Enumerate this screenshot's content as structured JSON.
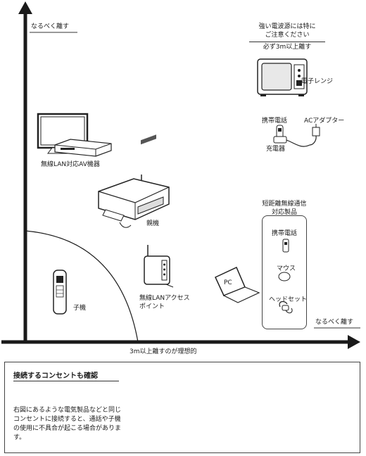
{
  "diagram": {
    "y_axis_label": "なるべく離す",
    "x_axis_label_right": "なるべく離す",
    "x_axis_caption": "3m以上離すのが理想的",
    "microwave_note": {
      "line1": "強い電波源には特に",
      "line2": "ご注意ください",
      "line3": "必ず3m以上離す"
    },
    "labels": {
      "microwave": "電子レンジ",
      "cellphone": "携帯電話",
      "ac_adapter": "ACアダプター",
      "charger": "充電器",
      "av_device": "無線LAN対応AV機器",
      "main_unit": "親機",
      "handset": "子機",
      "access_point_line1": "無線LANアクセス",
      "access_point_line2": "ポイント",
      "pc": "PC",
      "short_range_line1": "短距離無線通信",
      "short_range_line2": "対応製品",
      "sr_cellphone": "携帯電話",
      "mouse": "マウス",
      "headset": "ヘッドセット"
    }
  },
  "note_box": {
    "title": "接続するコンセントも確認",
    "body": "右図にあるような電気製品などと同じコンセントに接続すると、通話や子機の使用に不具合が起こる場合があります。"
  }
}
